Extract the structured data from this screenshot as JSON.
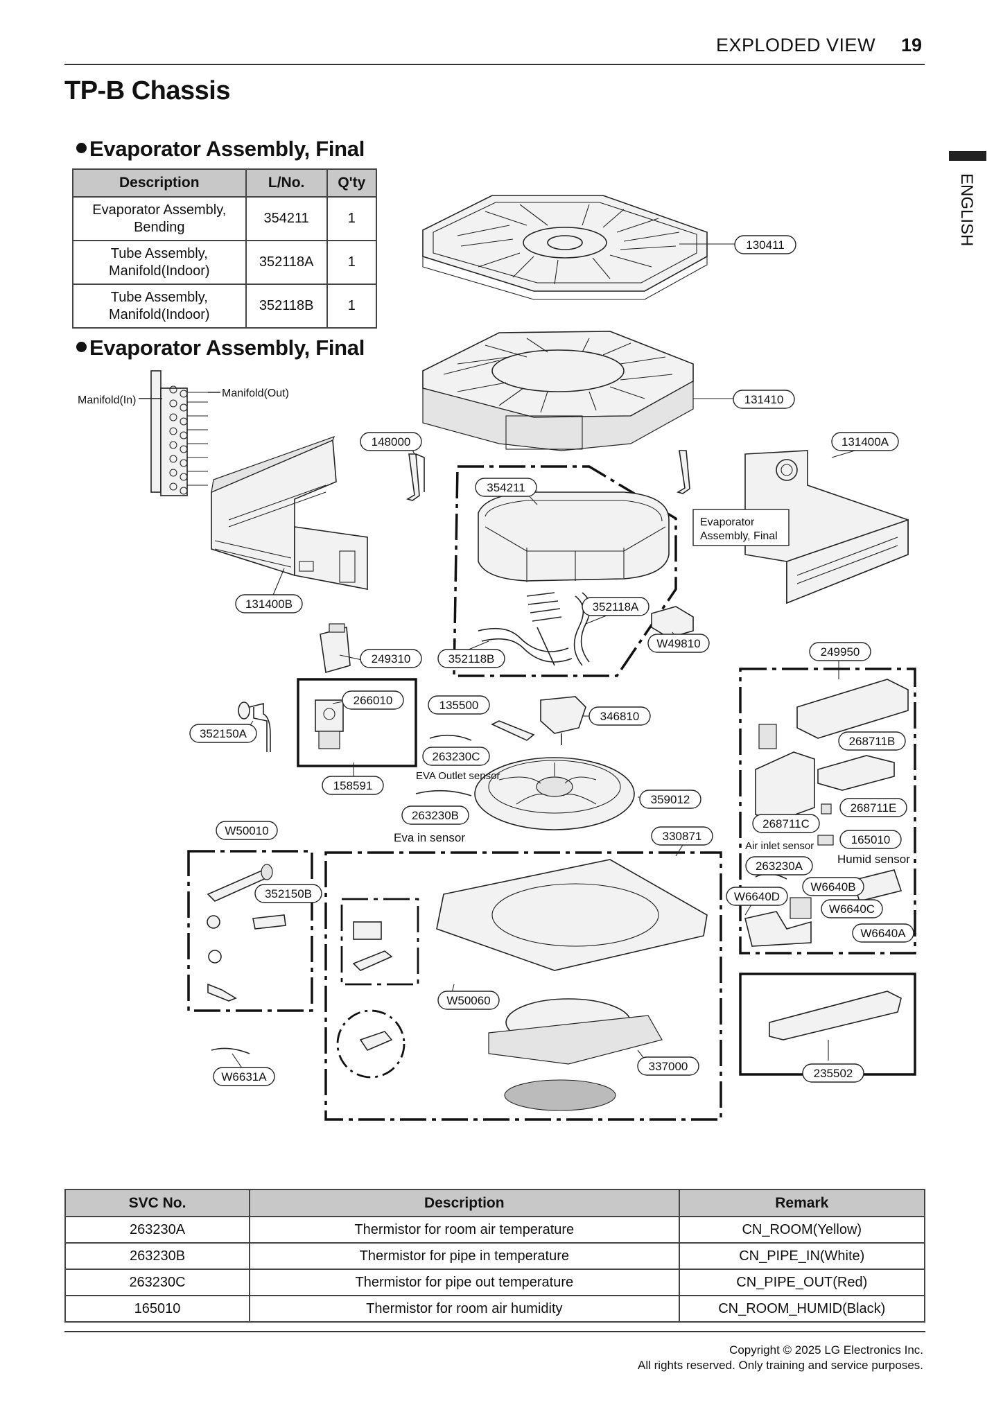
{
  "header": {
    "section": "EXPLODED VIEW",
    "page_number": "19"
  },
  "language_tab": "ENGLISH",
  "title": "TP-B Chassis",
  "section1": {
    "heading": "Evaporator Assembly, Final",
    "columns": [
      "Description",
      "L/No.",
      "Q'ty"
    ],
    "rows": [
      {
        "desc1": "Evaporator Assembly,",
        "desc2": "Bending",
        "lno": "354211",
        "qty": "1"
      },
      {
        "desc1": "Tube Assembly,",
        "desc2": "Manifold(Indoor)",
        "lno": "352118A",
        "qty": "1"
      },
      {
        "desc1": "Tube Assembly,",
        "desc2": "Manifold(Indoor)",
        "lno": "352118B",
        "qty": "1"
      }
    ]
  },
  "section2": {
    "heading": "Evaporator Assembly, Final"
  },
  "diagram": {
    "labels": {
      "manifold_in": "Manifold(In)",
      "manifold_out": "Manifold(Out)",
      "evap_box_line1": "Evaporator",
      "evap_box_line2": "Assembly, Final",
      "eva_outlet_sensor": "EVA Outlet sensor",
      "eva_in_sensor": "Eva in sensor",
      "air_inlet_sensor": "Air inlet sensor",
      "humid_sensor": "Humid sensor"
    },
    "parts": {
      "p130411": "130411",
      "p131410": "131410",
      "p148000": "148000",
      "p131400A": "131400A",
      "p354211": "354211",
      "p131400B": "131400B",
      "p352118A": "352118A",
      "p352118B": "352118B",
      "pW49810": "W49810",
      "p249310": "249310",
      "p249950": "249950",
      "p266010": "266010",
      "p135500": "135500",
      "p346810": "346810",
      "p352150A": "352150A",
      "p268711B": "268711B",
      "p263230C": "263230C",
      "p158591": "158591",
      "p359012": "359012",
      "p263230B": "263230B",
      "p268711E": "268711E",
      "p268711C": "268711C",
      "pW50010": "W50010",
      "p330871": "330871",
      "p165010": "165010",
      "p263230A": "263230A",
      "p352150B": "352150B",
      "pW6640B": "W6640B",
      "pW6640D": "W6640D",
      "pW6640C": "W6640C",
      "pW6640A": "W6640A",
      "pW50060": "W50060",
      "p337000": "337000",
      "p235502": "235502",
      "pW6631A": "W6631A"
    }
  },
  "svc_table": {
    "columns": [
      "SVC No.",
      "Description",
      "Remark"
    ],
    "rows": [
      {
        "svc": "263230A",
        "desc": "Thermistor for room air temperature",
        "remark": "CN_ROOM(Yellow)"
      },
      {
        "svc": "263230B",
        "desc": "Thermistor for pipe in temperature",
        "remark": "CN_PIPE_IN(White)"
      },
      {
        "svc": "263230C",
        "desc": "Thermistor for pipe out temperature",
        "remark": "CN_PIPE_OUT(Red)"
      },
      {
        "svc": "165010",
        "desc": "Thermistor for room air humidity",
        "remark": "CN_ROOM_HUMID(Black)"
      }
    ]
  },
  "footer": {
    "line1": "Copyright © 2025 LG Electronics Inc.",
    "line2": "All rights reserved. Only training and service purposes."
  }
}
